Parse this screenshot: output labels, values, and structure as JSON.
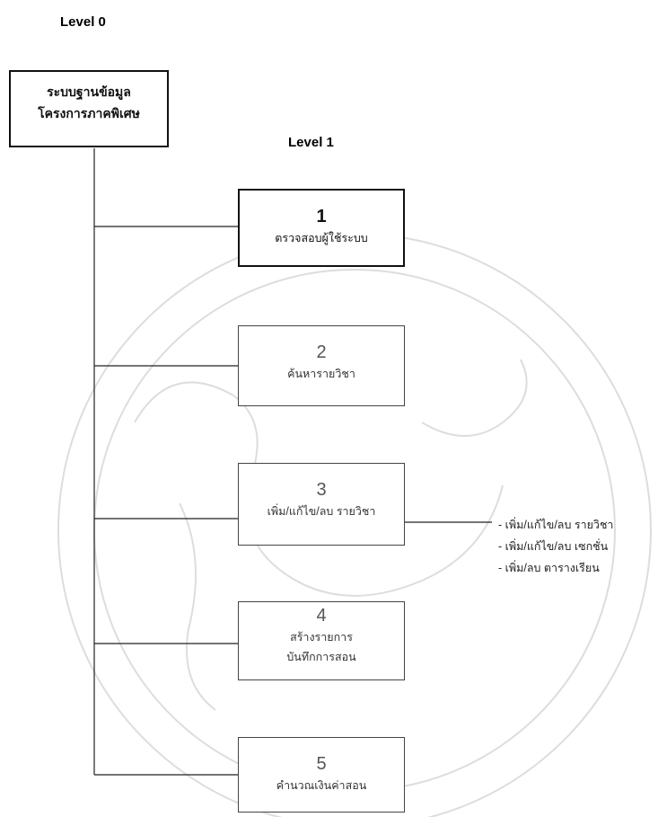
{
  "levels": {
    "level0_label": "Level 0",
    "level1_label": "Level 1"
  },
  "root": {
    "line1": "ระบบฐานข้อมูล",
    "line2": "โครงการภาคพิเศษ"
  },
  "processes": [
    {
      "number": "1",
      "label": "ตรวจสอบผู้ใช้ระบบ",
      "label2": ""
    },
    {
      "number": "2",
      "label": "ค้นหารายวิชา",
      "label2": ""
    },
    {
      "number": "3",
      "label": "เพิ่ม/แก้ไข/ลบ รายวิชา",
      "label2": ""
    },
    {
      "number": "4",
      "label": "สร้างรายการ",
      "label2": "บันทึกการสอน"
    },
    {
      "number": "5",
      "label": "คำนวณเงินค่าสอน",
      "label2": ""
    }
  ],
  "process3_details": [
    "เพิ่ม/แก้ไข/ลบ รายวิชา",
    "เพิ่ม/แก้ไข/ลบ เซกชั่น",
    "เพิ่ม/ลบ ตารางเรียน"
  ]
}
